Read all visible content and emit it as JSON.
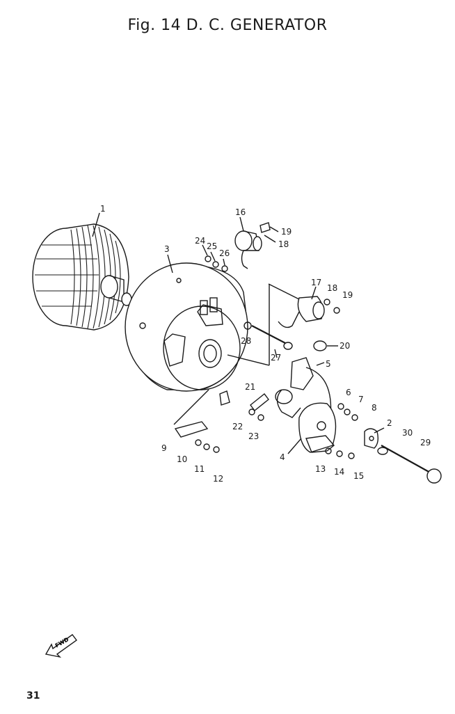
{
  "title": "Fig. 14  D. C.  GENERATOR",
  "page_number": "31",
  "fwd_label": "FWD",
  "callouts": [
    {
      "id": "c1",
      "text": "1"
    },
    {
      "id": "c2",
      "text": "2"
    },
    {
      "id": "c3",
      "text": "3"
    },
    {
      "id": "c4",
      "text": "4"
    },
    {
      "id": "c5",
      "text": "5"
    },
    {
      "id": "c6",
      "text": "6"
    },
    {
      "id": "c7",
      "text": "7"
    },
    {
      "id": "c8",
      "text": "8"
    },
    {
      "id": "c9",
      "text": "9"
    },
    {
      "id": "c10",
      "text": "10"
    },
    {
      "id": "c11",
      "text": "11"
    },
    {
      "id": "c12",
      "text": "12"
    },
    {
      "id": "c13",
      "text": "13"
    },
    {
      "id": "c14",
      "text": "14"
    },
    {
      "id": "c15",
      "text": "15"
    },
    {
      "id": "c16",
      "text": "16"
    },
    {
      "id": "c17",
      "text": "17"
    },
    {
      "id": "c18a",
      "text": "18"
    },
    {
      "id": "c18b",
      "text": "18"
    },
    {
      "id": "c19a",
      "text": "19"
    },
    {
      "id": "c19b",
      "text": "19"
    },
    {
      "id": "c20",
      "text": "20"
    },
    {
      "id": "c21",
      "text": "21"
    },
    {
      "id": "c22",
      "text": "22"
    },
    {
      "id": "c23",
      "text": "23"
    },
    {
      "id": "c24",
      "text": "24"
    },
    {
      "id": "c25",
      "text": "25"
    },
    {
      "id": "c26",
      "text": "26"
    },
    {
      "id": "c27",
      "text": "27"
    },
    {
      "id": "c28",
      "text": "28"
    },
    {
      "id": "c29",
      "text": "29"
    },
    {
      "id": "c30",
      "text": "30"
    }
  ]
}
